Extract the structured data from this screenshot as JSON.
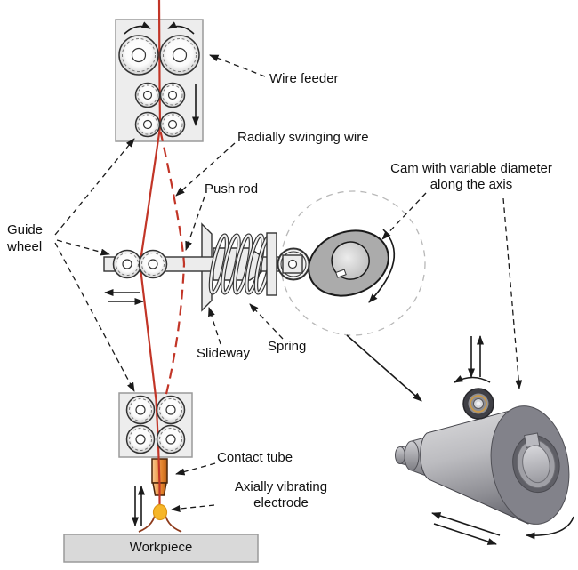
{
  "labels": {
    "wire_feeder": "Wire feeder",
    "radially_swinging_wire": "Radially swinging wire",
    "push_rod": "Push rod",
    "cam_line1": "Cam with variable diameter",
    "cam_line2": "along the axis",
    "guide_line1": "Guide",
    "guide_line2": "wheel",
    "slideway": "Slideway",
    "spring": "Spring",
    "contact_tube": "Contact tube",
    "vibrating_line1": "Axially vibrating",
    "vibrating_line2": "electrode",
    "workpiece": "Workpiece"
  },
  "colors": {
    "wire_red": "#c23527",
    "weld_pool_red": "#8e3a1b",
    "electrode_droplet": "#f6b62a",
    "droplet_stroke": "#dc9515",
    "box_fill": "#ededed",
    "box_stroke": "#9a9a9a",
    "metal_fill": "#ececec",
    "metal_stroke": "#333333",
    "cam_fill": "#ababab",
    "leader_stroke": "#1a1a1a",
    "orbit_dash": "#b8b8b8",
    "workpiece_fill": "#d9d9d9",
    "text": "#111111"
  }
}
